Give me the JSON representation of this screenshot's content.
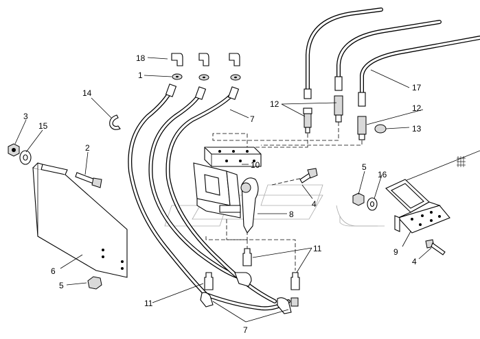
{
  "diagram": {
    "callouts": [
      {
        "id": "c18",
        "text": "18"
      },
      {
        "id": "c1",
        "text": "1"
      },
      {
        "id": "c14",
        "text": "14"
      },
      {
        "id": "c3",
        "text": "3"
      },
      {
        "id": "c15",
        "text": "15"
      },
      {
        "id": "c2",
        "text": "2"
      },
      {
        "id": "c7a",
        "text": "7"
      },
      {
        "id": "c12a",
        "text": "12"
      },
      {
        "id": "c12b",
        "text": "12"
      },
      {
        "id": "c13",
        "text": "13"
      },
      {
        "id": "c17",
        "text": "17"
      },
      {
        "id": "c10",
        "text": "10"
      },
      {
        "id": "c4a",
        "text": "4"
      },
      {
        "id": "c8",
        "text": "8"
      },
      {
        "id": "c5a",
        "text": "5"
      },
      {
        "id": "c16",
        "text": "16"
      },
      {
        "id": "c9",
        "text": "9"
      },
      {
        "id": "c4b",
        "text": "4"
      },
      {
        "id": "c6",
        "text": "6"
      },
      {
        "id": "c5b",
        "text": "5"
      },
      {
        "id": "c11a",
        "text": "11"
      },
      {
        "id": "c11b",
        "text": "11"
      },
      {
        "id": "c7b",
        "text": "7"
      }
    ]
  }
}
